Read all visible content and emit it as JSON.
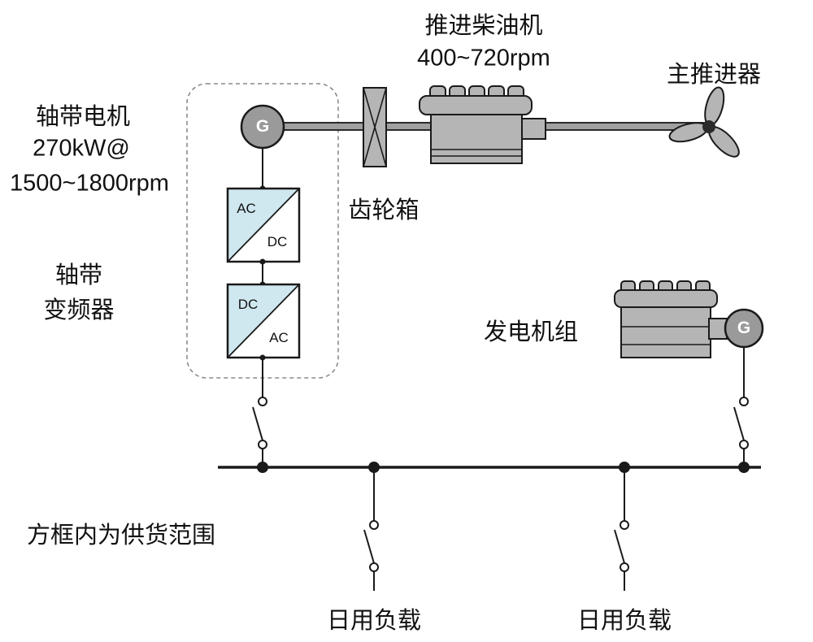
{
  "colors": {
    "engine_fill": "#b5b5b5",
    "shaft_fill": "#a0a0a0",
    "g_circle_fill": "#9a9a9a",
    "converter_blue": "#cfe8f0",
    "line": "#1a1a1a"
  },
  "labels": {
    "propulsion_engine": "推进柴油机",
    "propulsion_engine_rpm": "400~720rpm",
    "main_propeller": "主推进器",
    "shaft_motor_name": "轴带电机",
    "shaft_motor_power": "270kW@",
    "shaft_motor_rpm": "1500~1800rpm",
    "gearbox": "齿轮箱",
    "shaft_converter_line1": "轴带",
    "shaft_converter_line2": "变频器",
    "generator_set": "发电机组",
    "supply_scope_note": "方框内为供货范围",
    "daily_load_left": "日用负载",
    "daily_load_right": "日用负载"
  },
  "symbols": {
    "shaft_motor_letter": "G",
    "generator_letter": "G",
    "converter1_input": "AC",
    "converter1_output": "DC",
    "converter2_input": "DC",
    "converter2_output": "AC"
  }
}
